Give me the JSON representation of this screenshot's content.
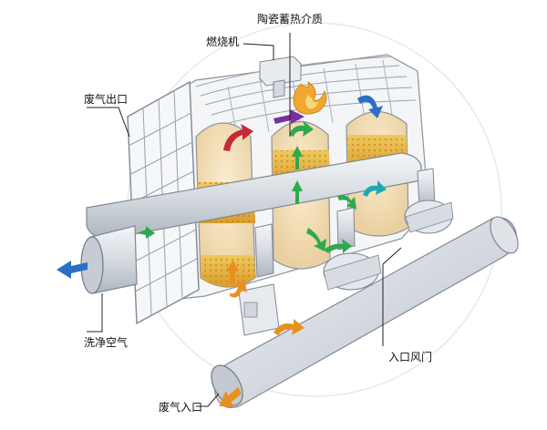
{
  "labels": {
    "ceramic_media": "陶瓷蓄热介质",
    "burner": "燃烧机",
    "exhaust_outlet": "废气出口",
    "clean_air": "洗净空气",
    "inlet_valve": "入口风门",
    "exhaust_inlet": "废气入口"
  },
  "icons": {
    "flame": "flame-icon",
    "flow_arrow": "flow-arrow-icon"
  },
  "colors": {
    "media_fill": "#e8b84a",
    "hot_zone": "#f2dfb8",
    "duct": "#d9dde3",
    "frame": "#eef0f3",
    "arrow_green": "#2fa84f",
    "arrow_orange": "#e8901f",
    "arrow_purple": "#7a2fa0",
    "arrow_red": "#c42a36",
    "arrow_blue": "#2a6fc4",
    "arrow_teal": "#1ba9b8"
  }
}
